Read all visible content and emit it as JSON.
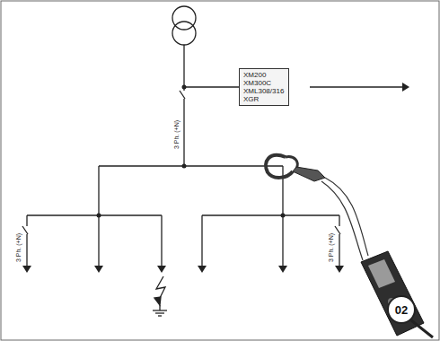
{
  "diagram": {
    "nodes": [
      {
        "text": [
          "XM200",
          "XM300C",
          "XML308/316",
          "XGR"
        ]
      }
    ],
    "labels": [
      "3 Ph. (+N)",
      "3 Ph. (+N)",
      "3 Ph. (+N)",
      "02"
    ]
  }
}
